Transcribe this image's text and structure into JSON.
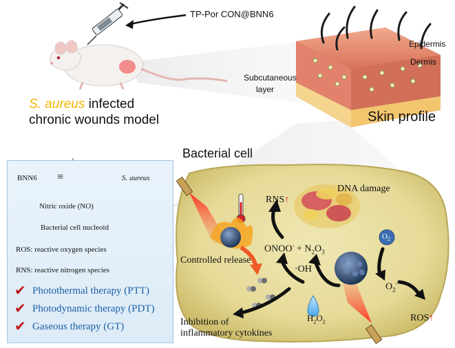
{
  "mouse_section": {
    "injection_label": "TP-Por CON@BNN6",
    "model_caption_species": "S. aureus",
    "model_caption_rest1": " infected",
    "model_caption_line2": "chronic wounds model",
    "colors": {
      "species": "#f2b705",
      "caption": "#111111"
    }
  },
  "skin_section": {
    "labels": {
      "epidermis": "Epidermis",
      "dermis": "Dermis",
      "subcutaneous_line1": "Subcutaneous",
      "subcutaneous_line2": "layer"
    },
    "title": "Skin profile"
  },
  "legend": {
    "bnn6_label": "BNN6",
    "equiv_symbol": "≡",
    "saureus_label": "S. aureus",
    "nitric_oxide": "Nitric oxide (NO)",
    "nucleoid": "Bacterial cell nucleoid",
    "ros_def": "ROS: reactive oxygen species",
    "rns_def": "RNS: reactive nitrogen species",
    "therapies": [
      "Photothermal therapy (PTT)",
      "Photodynamic therapy (PDT)",
      "Gaseous therapy (GT)"
    ],
    "check_glyph": "✔",
    "colors": {
      "therapy_text": "#1c5fa6",
      "check": "#c0141a",
      "box_border": "#9fc3e2"
    }
  },
  "bacterial_cell": {
    "title": "Bacterial cell",
    "dna_damage": "DNA damage",
    "rns": "RNS",
    "peroxynitrite": "ONOO",
    "peroxy_sup": "-",
    "plus_n2o3": " + N",
    "n2o3_sub1": "2",
    "n2o3_mid": "O",
    "n2o3_sub2": "3",
    "hydroxyl": "·OH",
    "controlled_release": "Controlled release",
    "o2_bubble": "O",
    "o2_sub": "2",
    "superoxide": "O",
    "superoxide_sub": "2",
    "superoxide_sup": "-",
    "h2o2": "H",
    "h2o2_sub1": "2",
    "h2o2_o": "O",
    "h2o2_sub2": "2",
    "ros": "ROS",
    "inhibition_line1": "Inhibition of",
    "inhibition_line2": "inflammatory cytokines",
    "up_arrow": "↑",
    "colors": {
      "cell_fill": "#e9dfa0",
      "cell_edge": "#b7a657",
      "up_arrow": "#d21f26",
      "laser": "#e8412f"
    }
  },
  "icons": [
    "syringe-icon",
    "mouse-icon",
    "skin-block-icon",
    "thermometer-icon",
    "laser-fiber-icon",
    "nanoparticle-icon",
    "water-drop-icon",
    "dna-icon"
  ]
}
